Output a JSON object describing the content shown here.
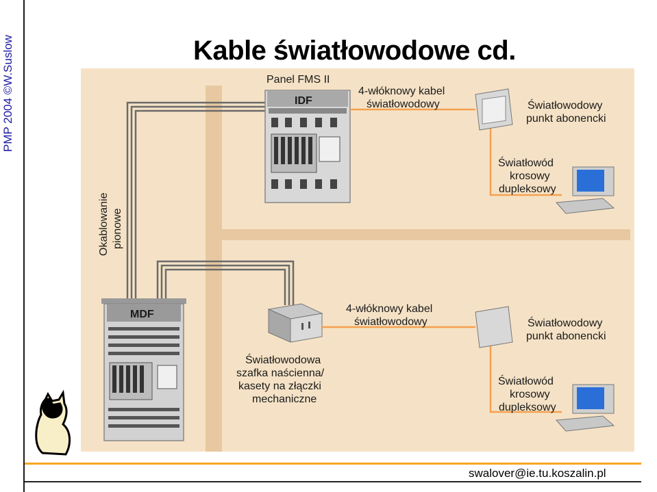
{
  "side_label": "PMP 2004  ©W.Suslow",
  "title": "Kable światłowodowe cd.",
  "footer_email": "swalover@ie.tu.koszalin.pl",
  "colors": {
    "background": "#f5e2c6",
    "riser": "#e8c8a0",
    "fiber": "#f5a050",
    "cable": "#6a6a6a"
  },
  "diagram": {
    "panel_label": "Panel FMS II",
    "idf_label": "IDF",
    "mdf_label": "MDF",
    "vertical_cabling": [
      "Okablowanie",
      "pionowe"
    ],
    "top_cable": [
      "4-włóknowy kabel",
      "światłowodowy"
    ],
    "bottom_cable": [
      "4-włóknowy kabel",
      "światłowodowy"
    ],
    "top_outlet": [
      "Światłowodowy",
      "punkt abonencki"
    ],
    "bottom_outlet": [
      "Światłowodowy",
      "punkt abonencki"
    ],
    "top_patch": [
      "Światłowód",
      "krosowy",
      "dupleksowy"
    ],
    "bottom_patch": [
      "Światłowód",
      "krosowy",
      "dupleksowy"
    ],
    "cabinet_label": [
      "Światłowodowa",
      "szafka naścienna/",
      "kasety na złączki",
      "mechaniczne"
    ]
  }
}
